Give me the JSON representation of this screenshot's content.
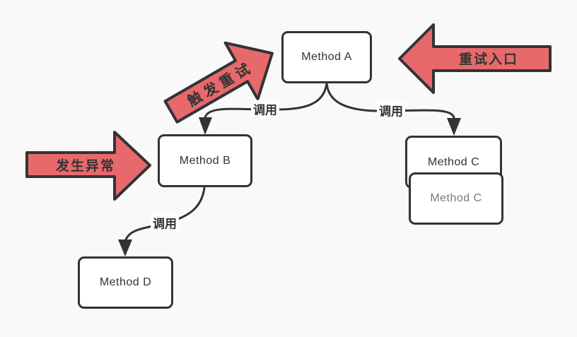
{
  "diagram": {
    "kind": "retry-flow-diagram",
    "colors": {
      "background": "#f9f9f9",
      "stroke": "#333333",
      "annotation_arrow_fill": "#e8696c",
      "node_fill": "#ffffff",
      "node_text": "#333333",
      "muted_node_text": "#7a7a7a"
    },
    "nodes": {
      "method_a": {
        "label": "Method A"
      },
      "method_b": {
        "label": "Method B"
      },
      "method_c_back": {
        "label": "Method C"
      },
      "method_c_front": {
        "label": "Method C"
      },
      "method_d": {
        "label": "Method D"
      }
    },
    "edges": {
      "a_to_b": {
        "label": "调用"
      },
      "a_to_c": {
        "label": "调用"
      },
      "b_to_d": {
        "label": "调用"
      }
    },
    "annotations": {
      "trigger_retry": {
        "label": "触发重试"
      },
      "retry_entry": {
        "label": "重试入口"
      },
      "exception_occurred": {
        "label": "发生异常"
      }
    }
  }
}
